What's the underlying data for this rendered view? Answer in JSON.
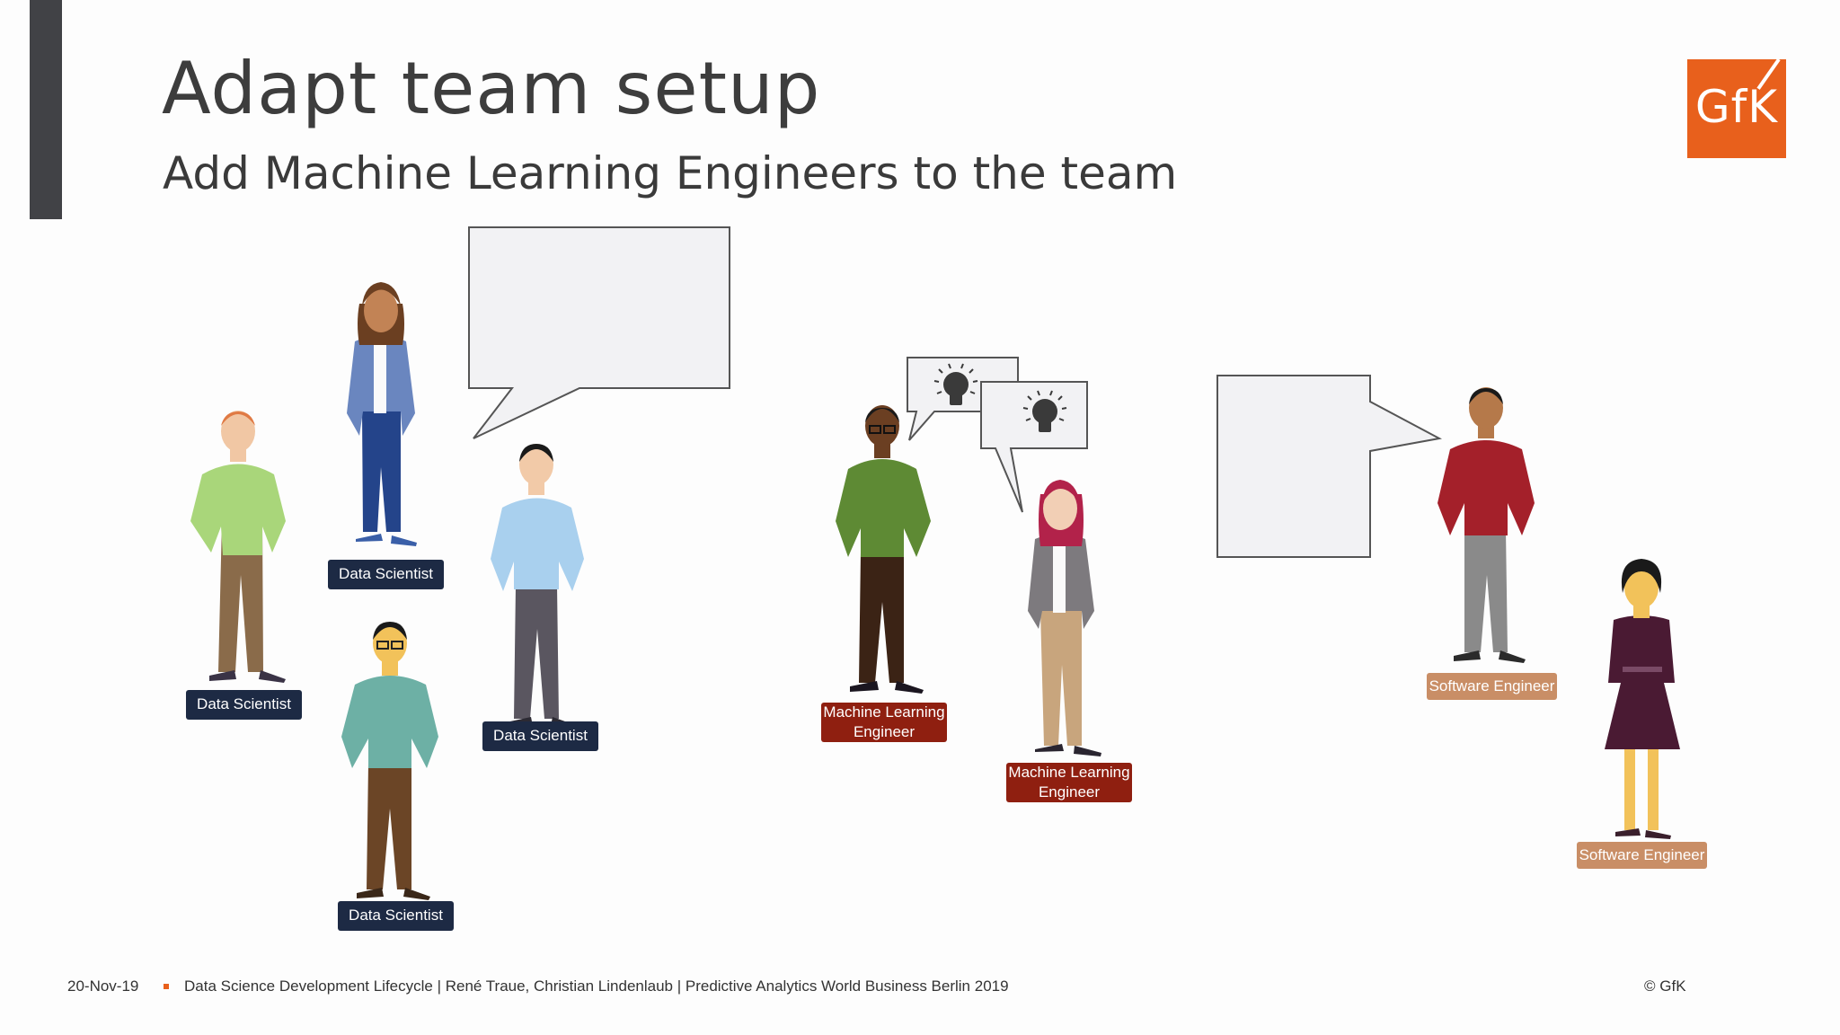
{
  "slide": {
    "title": "Adapt team setup",
    "subtitle": "Add Machine Learning Engineers to the team",
    "logo_text": "GfK",
    "brand_color": "#e8601c"
  },
  "people": [
    {
      "role": "Data Scientist"
    },
    {
      "role": "Data Scientist"
    },
    {
      "role": "Data Scientist"
    },
    {
      "role": "Data Scientist"
    },
    {
      "role": "Machine Learning Engineer"
    },
    {
      "role": "Machine Learning Engineer"
    },
    {
      "role": "Software Engineer"
    },
    {
      "role": "Software Engineer"
    }
  ],
  "label_colors": {
    "data_scientist": "#1d2a44",
    "machine_learning_engineer": "#8f1f10",
    "software_engineer": "#c98e66"
  },
  "bubbles": [
    {
      "icon": "none"
    },
    {
      "icon": "lightbulb-icon"
    },
    {
      "icon": "lightbulb-icon"
    },
    {
      "icon": "none"
    }
  ],
  "footer": {
    "date": "20-Nov-19",
    "text": "Data Science Development Lifecycle | René Traue, Christian Lindenlaub | Predictive Analytics World Business Berlin 2019",
    "copyright": "© GfK"
  }
}
